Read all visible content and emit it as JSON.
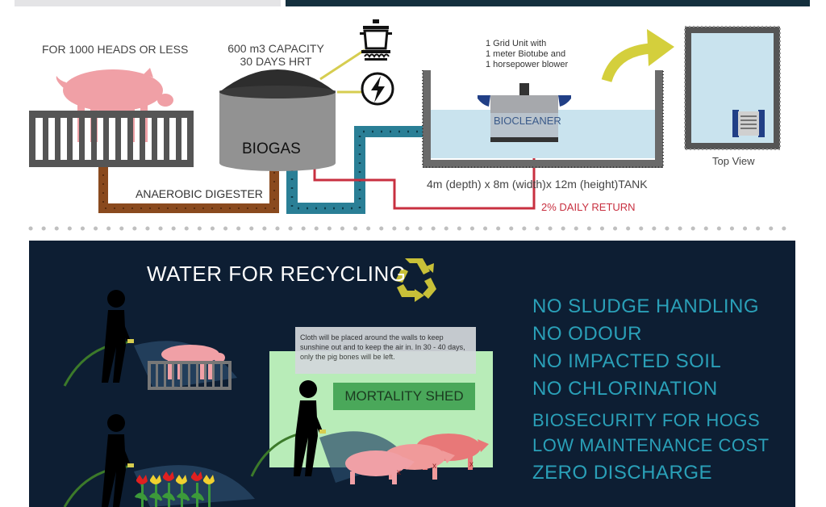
{
  "top": {
    "heads_label": "FOR 1000 HEADS OR LESS",
    "capacity_line1": "600 m3 CAPACITY",
    "capacity_line2": "30 DAYS HRT",
    "biogas_label": "BIOGAS",
    "digester_label": "ANAEROBIC DIGESTER",
    "grid_line1": "1 Grid Unit with",
    "grid_line2": "1 meter Biotube and",
    "grid_line3": "1 horsepower blower",
    "biocleaner_label": "BIOCLEANER",
    "tank_label": "4m (depth) x 8m (width)x 12m (height)TANK",
    "return_label": "2% DAILY RETURN",
    "topview_label": "Top View"
  },
  "bottom": {
    "title": "WATER FOR RECYCLING",
    "note": "Cloth will be placed around the walls to keep sunshine out and to keep the air in. In 30 - 40 days, only the pig bones will be left.",
    "shed_label": "MORTALITY SHED",
    "claims": [
      "NO SLUDGE HANDLING",
      "NO ODOUR",
      "NO IMPACTED SOIL",
      "NO CHLORINATION",
      "BIOSECURITY FOR HOGS",
      "LOW MAINTENANCE COST",
      "ZERO DISCHARGE"
    ]
  },
  "icons": [
    "pig-icon",
    "pen-fence-icon",
    "biogas-tank-icon",
    "cooking-pot-icon",
    "lightning-icon",
    "curved-arrow-icon",
    "recycle-icon",
    "person-with-hose-icon",
    "tulip-icon"
  ],
  "colors": {
    "navy": "#0d1e33",
    "pink": "#f0a0a6",
    "teal_pipe": "#2a7f96",
    "brown_pipe": "#8a4a1e",
    "red_pipe": "#c83040",
    "claim_text": "#2aa0b8",
    "shed_green": "#b8ecb8"
  }
}
